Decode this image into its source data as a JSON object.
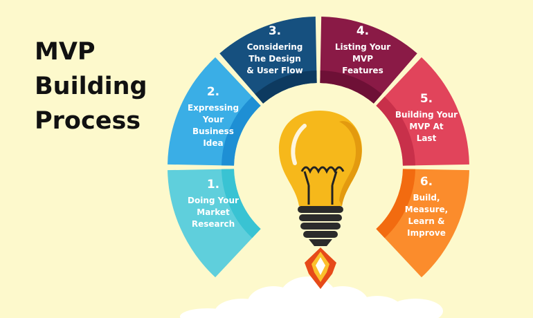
{
  "title_lines": [
    "MVP",
    "Building",
    "Process"
  ],
  "steps": [
    {
      "number": "1.",
      "lines": [
        "Doing Your",
        "Market",
        "Research"
      ],
      "color": "#5fcfdc",
      "accent": "#39c3d3"
    },
    {
      "number": "2.",
      "lines": [
        "Expressing",
        "Your",
        "Business",
        "Idea"
      ],
      "color": "#3aaee6",
      "accent": "#1e8fd4"
    },
    {
      "number": "3.",
      "lines": [
        "Considering",
        "The Design",
        "& User Flow"
      ],
      "color": "#16507f",
      "accent": "#0d3a60"
    },
    {
      "number": "4.",
      "lines": [
        "Listing Your",
        "MVP",
        "Features"
      ],
      "color": "#8a1a46",
      "accent": "#6e1036"
    },
    {
      "number": "5.",
      "lines": [
        "Building Your",
        "MVP At",
        "Last"
      ],
      "color": "#e1445b",
      "accent": "#c8304a"
    },
    {
      "number": "6.",
      "lines": [
        "Build,",
        "Measure,",
        "Learn &",
        "Improve"
      ],
      "color": "#fb8c2c",
      "accent": "#f26b10"
    }
  ]
}
